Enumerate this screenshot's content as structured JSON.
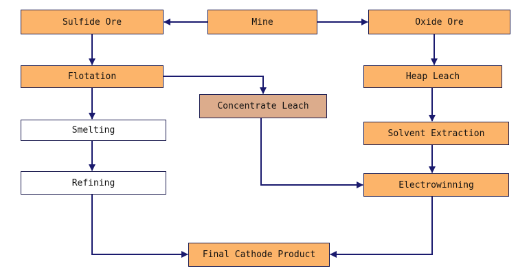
{
  "diagram": {
    "nodes": {
      "mine": "Mine",
      "sulfide_ore": "Sulfide Ore",
      "oxide_ore": "Oxide Ore",
      "flotation": "Flotation",
      "heap_leach": "Heap Leach",
      "concentrate_leach": "Concentrate Leach",
      "smelting": "Smelting",
      "solvent_extraction": "Solvent Extraction",
      "refining": "Refining",
      "electrowinning": "Electrowinning",
      "final_cathode_product": "Final Cathode Product"
    },
    "edges": [
      {
        "from": "Mine",
        "to": "Sulfide Ore"
      },
      {
        "from": "Mine",
        "to": "Oxide Ore"
      },
      {
        "from": "Sulfide Ore",
        "to": "Flotation"
      },
      {
        "from": "Flotation",
        "to": "Smelting"
      },
      {
        "from": "Flotation",
        "to": "Concentrate Leach"
      },
      {
        "from": "Smelting",
        "to": "Refining"
      },
      {
        "from": "Refining",
        "to": "Final Cathode Product"
      },
      {
        "from": "Oxide Ore",
        "to": "Heap Leach"
      },
      {
        "from": "Heap Leach",
        "to": "Solvent Extraction"
      },
      {
        "from": "Solvent Extraction",
        "to": "Electrowinning"
      },
      {
        "from": "Concentrate Leach",
        "to": "Electrowinning"
      },
      {
        "from": "Electrowinning",
        "to": "Final Cathode Product"
      }
    ],
    "colors": {
      "process_fill": "#fcb46a",
      "concentrate_fill": "#dcac8c",
      "plain_fill": "#ffffff",
      "line": "#1a1a6e"
    }
  }
}
